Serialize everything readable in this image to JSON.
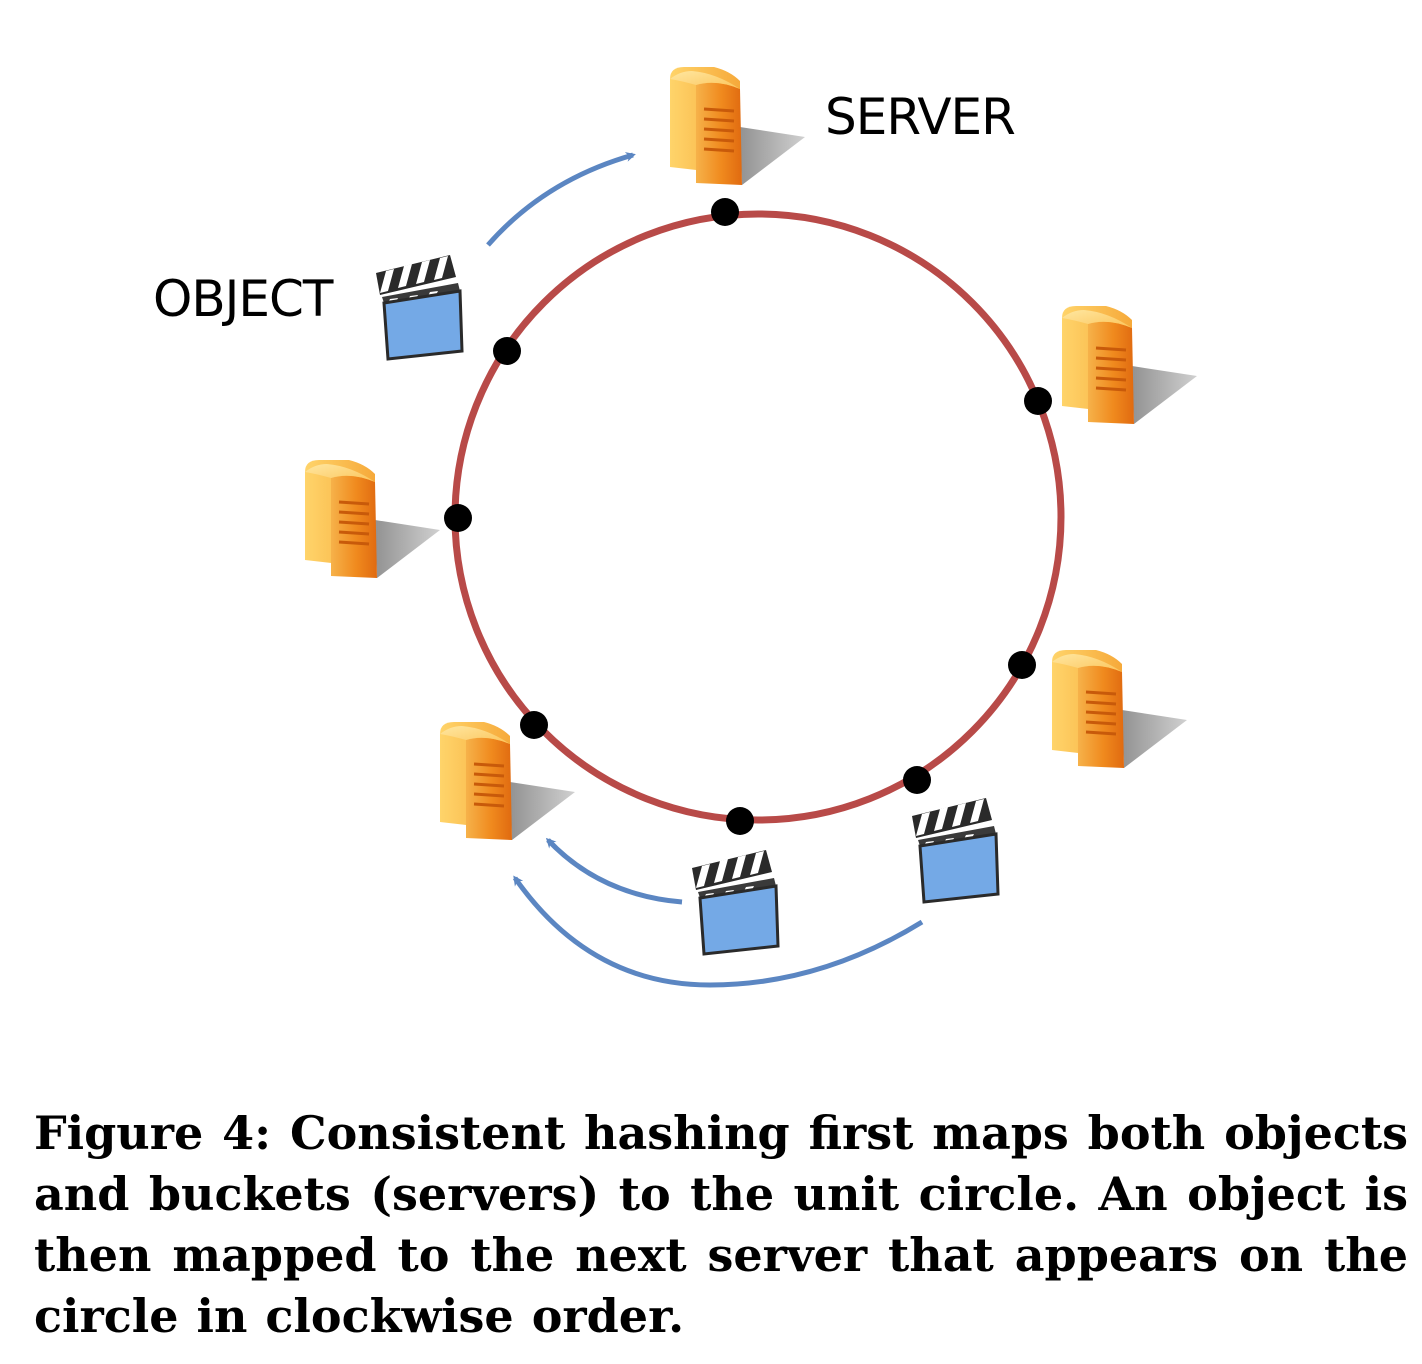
{
  "labels": {
    "server": "SERVER",
    "object": "OBJECT"
  },
  "caption": {
    "text": "Figure 4: Consistent hashing first maps both objects and buckets (servers) to the unit circle. An object is then mapped to the next server that appears on the circle in clockwise order."
  },
  "icons": {
    "server": "server-tower-icon",
    "object": "movie-clapperboard-icon"
  },
  "colors": {
    "circle": "#B84A48",
    "arrow": "#5B86C2",
    "point": "#000000",
    "server_body": "#F29A2B",
    "object_body": "#74A9E6"
  }
}
